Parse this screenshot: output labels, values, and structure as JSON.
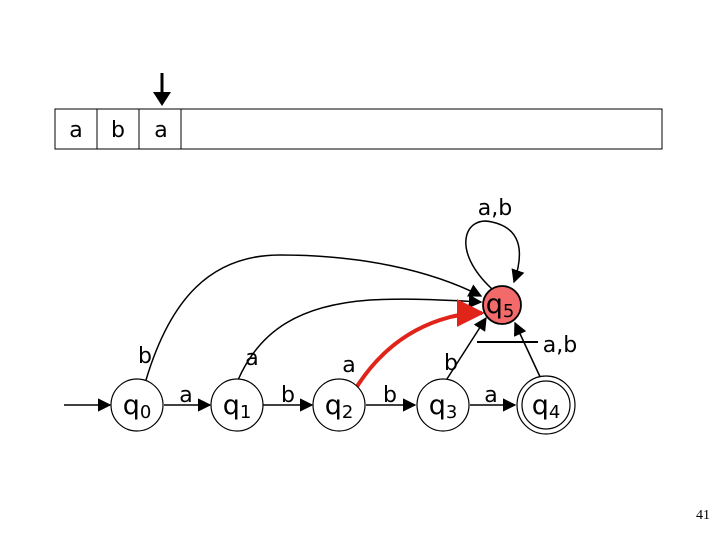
{
  "tape": {
    "cells": [
      "a",
      "b",
      "a"
    ]
  },
  "states": [
    {
      "id": "q0",
      "base": "q",
      "sub": "0"
    },
    {
      "id": "q1",
      "base": "q",
      "sub": "1"
    },
    {
      "id": "q2",
      "base": "q",
      "sub": "2"
    },
    {
      "id": "q3",
      "base": "q",
      "sub": "3"
    },
    {
      "id": "q4",
      "base": "q",
      "sub": "4"
    },
    {
      "id": "q5",
      "base": "q",
      "sub": "5"
    }
  ],
  "edges": {
    "q0_q1": "a",
    "q1_q2": "b",
    "q2_q3": "b",
    "q3_q4": "a",
    "q0_q5": "b",
    "q1_q5": "a",
    "q2_q5": "a",
    "q3_q5": "b",
    "q4_q5": "a,b",
    "q5_loop": "a,b"
  },
  "colors": {
    "active_state_fill": "#f26a6a",
    "active_state_stroke": "#000000",
    "active_transition": "#e0241a"
  },
  "page_number": "41"
}
